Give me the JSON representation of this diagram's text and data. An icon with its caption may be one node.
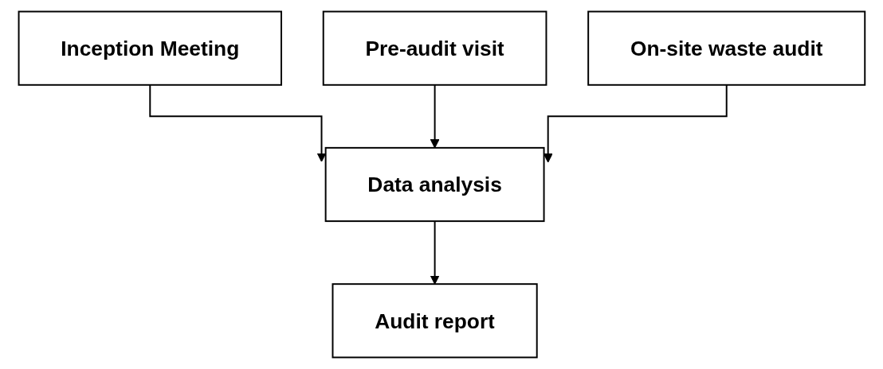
{
  "diagram": {
    "nodes": [
      {
        "text": [
          "Inception Meeting"
        ]
      },
      {
        "text": [
          "Pre-audit visit"
        ]
      },
      {
        "text": [
          "On-site waste audit"
        ]
      },
      {
        "text": [
          "Data analysis"
        ]
      },
      {
        "text": [
          "Audit report"
        ]
      }
    ],
    "edges": [
      {
        "from": 0,
        "to": 3,
        "arrow": "to"
      },
      {
        "from": 1,
        "to": 3,
        "arrow": "to"
      },
      {
        "from": 2,
        "to": 3,
        "arrow": "to"
      },
      {
        "from": 3,
        "to": 4,
        "arrow": "to"
      }
    ]
  }
}
